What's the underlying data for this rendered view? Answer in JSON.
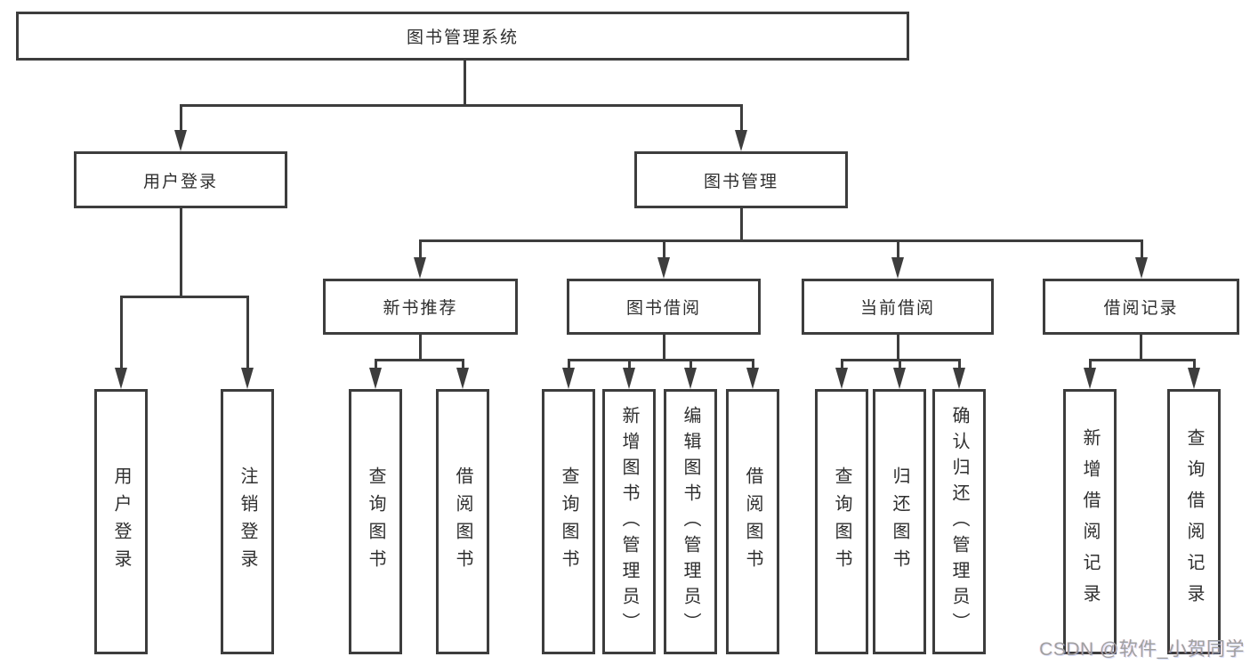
{
  "tree": {
    "root": {
      "label": "图书管理系统",
      "children": [
        {
          "label": "用户登录",
          "children": [
            {
              "label": "用户登录"
            },
            {
              "label": "注销登录"
            }
          ]
        },
        {
          "label": "图书管理",
          "children": [
            {
              "label": "新书推荐",
              "children": [
                {
                  "label": "查询图书"
                },
                {
                  "label": "借阅图书"
                }
              ]
            },
            {
              "label": "图书借阅",
              "children": [
                {
                  "label": "查询图书"
                },
                {
                  "label": "新增图书（管理员）"
                },
                {
                  "label": "编辑图书（管理员）"
                },
                {
                  "label": "借阅图书"
                }
              ]
            },
            {
              "label": "当前借阅",
              "children": [
                {
                  "label": "查询图书"
                },
                {
                  "label": "归还图书"
                },
                {
                  "label": "确认归还（管理员）"
                }
              ]
            },
            {
              "label": "借阅记录",
              "children": [
                {
                  "label": "新增借阅记录"
                },
                {
                  "label": "查询借阅记录"
                }
              ]
            }
          ]
        }
      ]
    }
  },
  "watermark": {
    "text": "CSDN @软件_小贺同学"
  },
  "colors": {
    "line": "#3d3d3d",
    "box_border": "#3d3d3d",
    "text": "#2f2f2f",
    "watermark": "#a0a0a0",
    "background": "#ffffff"
  }
}
